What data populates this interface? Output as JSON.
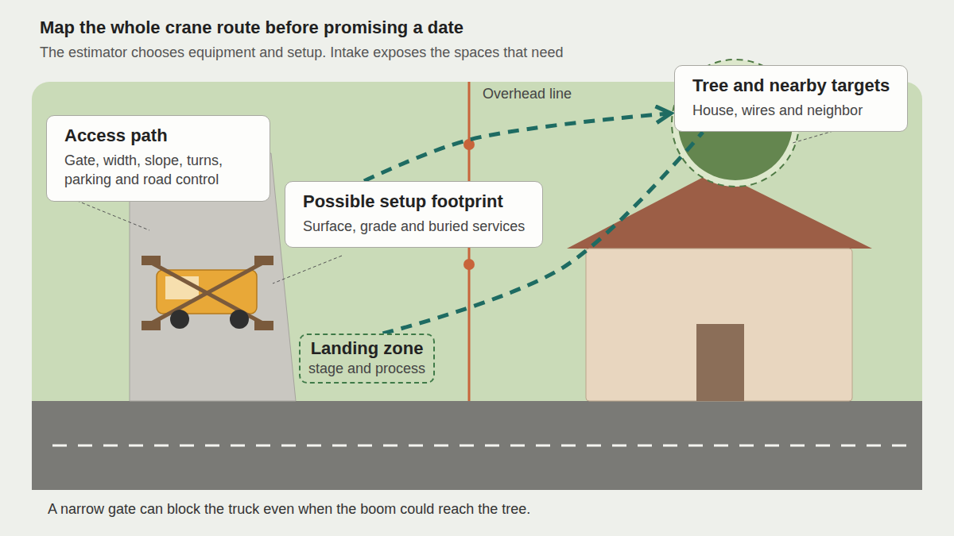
{
  "diagram": {
    "title": "Map the whole crane route before promising a date",
    "caption": "A narrow gate can block the truck even when the boom could reach the tree.",
    "nodes": [
      {
        "text": [
          "Access path",
          "Gate, width, slope, turns, parking and road control"
        ]
      },
      {
        "text": [
          "Possible setup footprint",
          "Surface, grade and buried services"
        ]
      },
      {
        "text": [
          "Landing zone",
          "stage and process"
        ]
      },
      {
        "text": [
          "Tree and nearby targets",
          "House, wires and neighbor"
        ]
      }
    ],
    "edges": [
      {
        "from": 1,
        "to": 3,
        "arrow": "to"
      },
      {
        "from": 2,
        "to": 3,
        "arrow": "none"
      }
    ],
    "labels": [
      "The estimator chooses equipment and setup. Intake exposes the spaces that need",
      "Overhead line"
    ]
  }
}
